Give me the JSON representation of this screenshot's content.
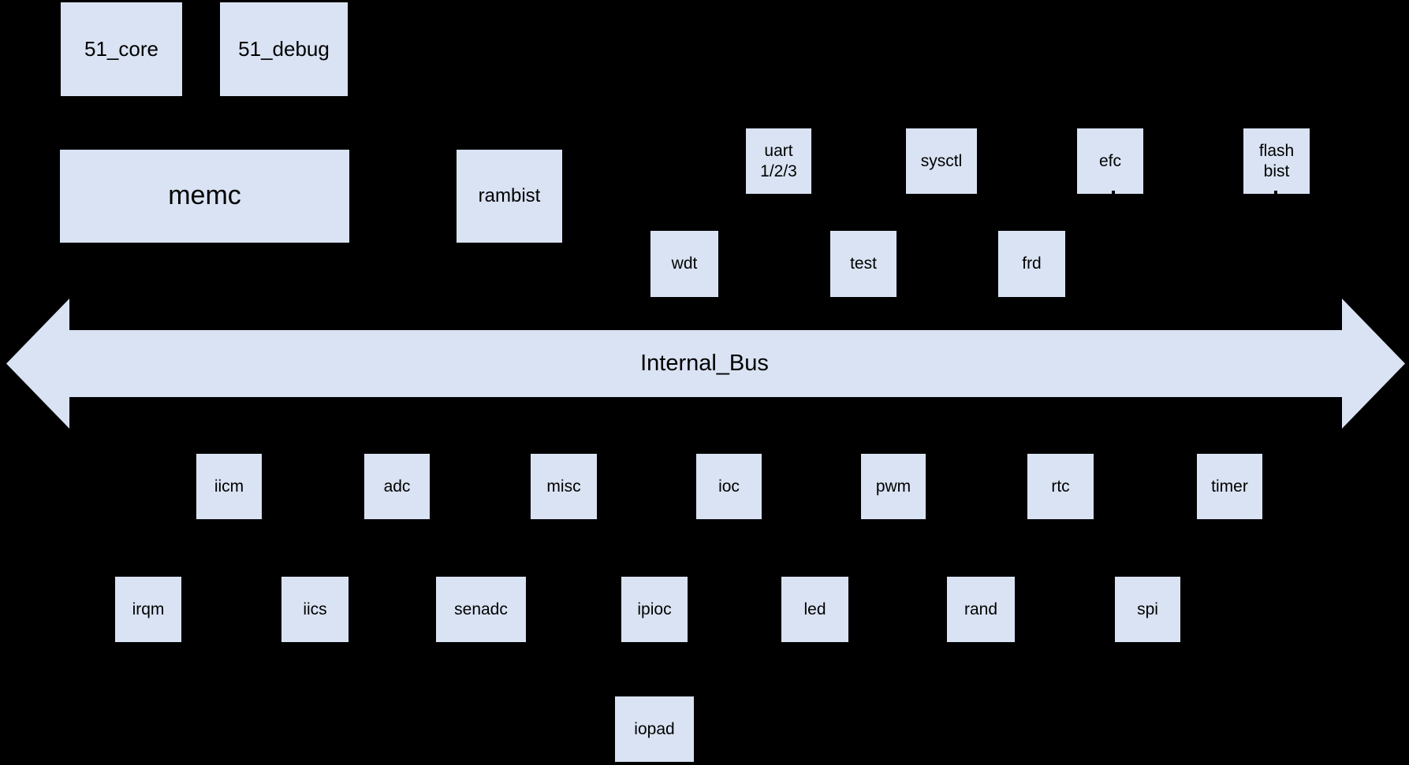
{
  "diagram": {
    "bus": {
      "label": "Internal_Bus"
    },
    "blocks": {
      "core51": {
        "label": "51_core"
      },
      "debug51": {
        "label": "51_debug"
      },
      "memc": {
        "label": "memc"
      },
      "rambist": {
        "label": "rambist"
      },
      "uart": {
        "label": "uart\n1/2/3"
      },
      "sysctl": {
        "label": "sysctl"
      },
      "efc": {
        "label": "efc"
      },
      "flashbist": {
        "label": "flash\nbist"
      },
      "wdt": {
        "label": "wdt"
      },
      "test": {
        "label": "test"
      },
      "frd": {
        "label": "frd"
      },
      "iicm": {
        "label": "iicm"
      },
      "adc": {
        "label": "adc"
      },
      "misc": {
        "label": "misc"
      },
      "ioc": {
        "label": "ioc"
      },
      "pwm": {
        "label": "pwm"
      },
      "rtc": {
        "label": "rtc"
      },
      "timer": {
        "label": "timer"
      },
      "irqm": {
        "label": "irqm"
      },
      "iics": {
        "label": "iics"
      },
      "senadc": {
        "label": "senadc"
      },
      "ipioc": {
        "label": "ipioc"
      },
      "led": {
        "label": "led"
      },
      "rand": {
        "label": "rand"
      },
      "spi": {
        "label": "spi"
      },
      "iopad": {
        "label": "iopad"
      }
    },
    "colors": {
      "background": "#000000",
      "block_fill": "#dae3f3",
      "text": "#000000"
    }
  }
}
